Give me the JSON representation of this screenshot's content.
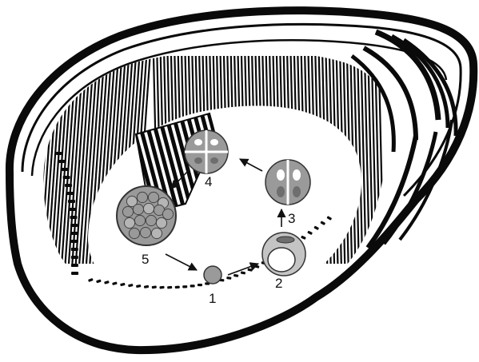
{
  "diagram": {
    "stage_labels": [
      "1",
      "2",
      "3",
      "4",
      "5"
    ],
    "colors": {
      "shell_stroke": "#0a0a0a",
      "shell_fill": "#ffffff",
      "cell_fill": "#9a9a9a",
      "cell_outline": "#333333",
      "nucleus_light": "#ffffff",
      "nucleus_dark": "#6e6e6e",
      "cyst_fill": "#c4c4c4",
      "arrow": "#111111"
    },
    "stages": [
      {
        "label_ref": 0,
        "form": "single-small-cell"
      },
      {
        "label_ref": 1,
        "form": "cyst-with-large-vacuole"
      },
      {
        "label_ref": 2,
        "form": "cell-with-four-nuclei"
      },
      {
        "label_ref": 3,
        "form": "four-part-divided-cell"
      },
      {
        "label_ref": 4,
        "form": "mass-of-many-cells"
      }
    ],
    "cycle_order": [
      0,
      1,
      2,
      3,
      4
    ]
  }
}
